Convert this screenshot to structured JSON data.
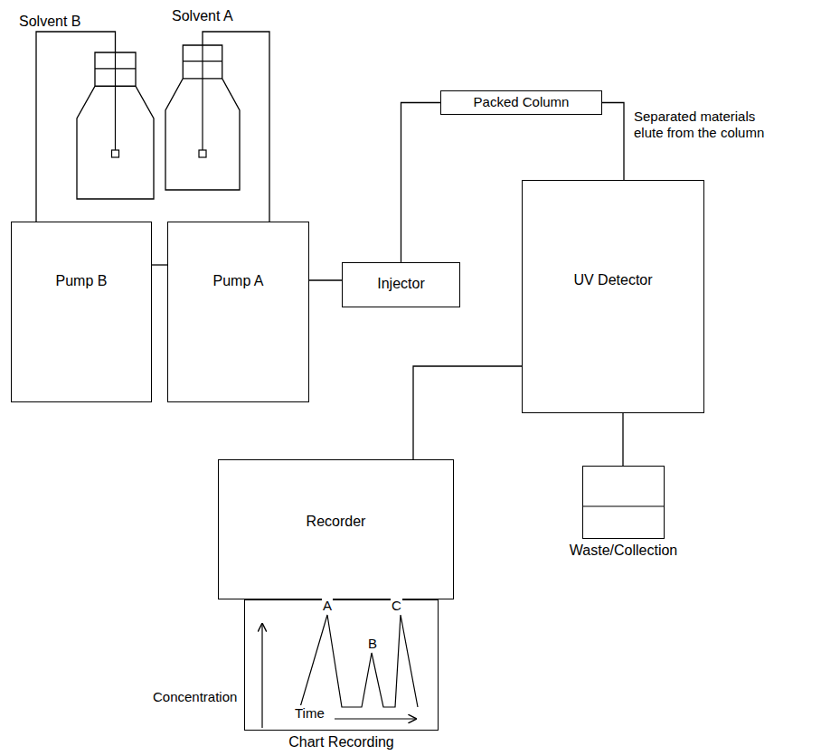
{
  "diagram": {
    "nodes": [
      {
        "text": [
          "Solvent B"
        ]
      },
      {
        "text": [
          "Solvent A"
        ]
      },
      {
        "text": [
          "Packed Column"
        ]
      },
      {
        "text": [
          "Pump B"
        ]
      },
      {
        "text": [
          "Pump A"
        ]
      },
      {
        "text": [
          "Injector"
        ]
      },
      {
        "text": [
          "UV Detector"
        ]
      },
      {
        "text": [
          "Recorder"
        ]
      },
      {
        "text": [
          "Waste/Collection"
        ]
      },
      {
        "text": [
          "Chart Recording"
        ]
      }
    ],
    "edges": [
      {
        "from": 0,
        "to": 3,
        "arrow": "none"
      },
      {
        "from": 1,
        "to": 4,
        "arrow": "none"
      },
      {
        "from": 3,
        "to": 4,
        "arrow": "none"
      },
      {
        "from": 4,
        "to": 5,
        "arrow": "none"
      },
      {
        "from": 5,
        "to": 2,
        "arrow": "none"
      },
      {
        "from": 2,
        "to": 6,
        "arrow": "none"
      },
      {
        "from": 6,
        "to": 7,
        "arrow": "none"
      },
      {
        "from": 6,
        "to": 8,
        "arrow": "none"
      }
    ],
    "labels": [
      "Separated materials elute from the column",
      "A",
      "B",
      "C",
      "Time",
      "Concentration"
    ]
  }
}
